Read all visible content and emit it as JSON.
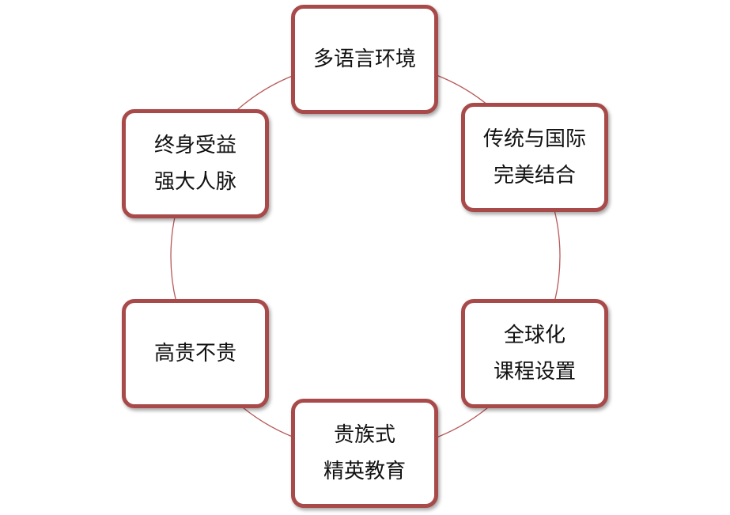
{
  "diagram": {
    "accent_color": "#a84a4a",
    "ring_color": "#b85858",
    "nodes": [
      {
        "id": "multilingual",
        "lines": [
          "多语言环境"
        ]
      },
      {
        "id": "tradition",
        "lines": [
          "传统与国际",
          "完美结合"
        ]
      },
      {
        "id": "global",
        "lines": [
          "全球化",
          "课程设置"
        ]
      },
      {
        "id": "elite",
        "lines": [
          "贵族式",
          "精英教育"
        ]
      },
      {
        "id": "affordable",
        "lines": [
          "高贵不贵"
        ]
      },
      {
        "id": "network",
        "lines": [
          "终身受益",
          "强大人脉"
        ]
      }
    ]
  }
}
